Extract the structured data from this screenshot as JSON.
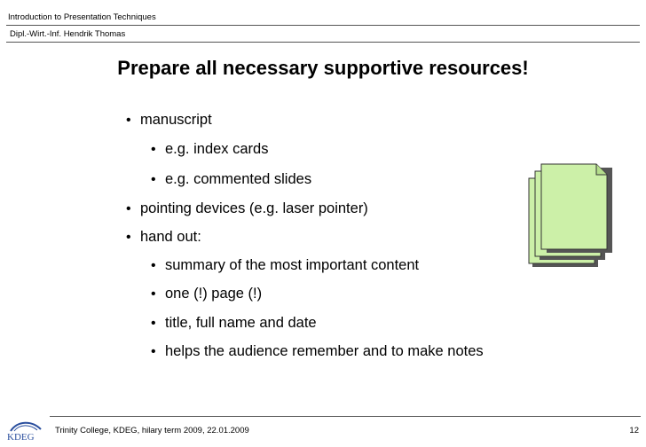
{
  "header": {
    "course": "Introduction to Presentation Techniques",
    "author": "Dipl.-Wirt.-Inf. Hendrik Thomas"
  },
  "slide": {
    "title": "Prepare all necessary supportive resources!",
    "bullets": [
      {
        "text": "manuscript",
        "level": 1
      },
      {
        "text": "e.g. index cards",
        "level": 2
      },
      {
        "text": "e.g. commented slides",
        "level": 2
      },
      {
        "text": "pointing devices (e.g. laser pointer)",
        "level": 1
      },
      {
        "text": "hand out:",
        "level": 1
      },
      {
        "text": "summary of the most important content",
        "level": 2
      },
      {
        "text": "one (!) page (!)",
        "level": 2
      },
      {
        "text": "title, full name and date",
        "level": 2
      },
      {
        "text": "helps the audience remember and to make notes",
        "level": 2
      }
    ]
  },
  "footer": {
    "logo_text": "KDEG",
    "text": "Trinity College, KDEG, hilary  term 2009, 22.01.2009",
    "page_number": "12"
  },
  "colors": {
    "document_fill": "#ccf0a8",
    "document_stroke": "#333333",
    "logo_blue": "#2b4f9e"
  },
  "icons": {
    "document_stack": "document-stack-icon",
    "logo": "kdeg-logo"
  }
}
